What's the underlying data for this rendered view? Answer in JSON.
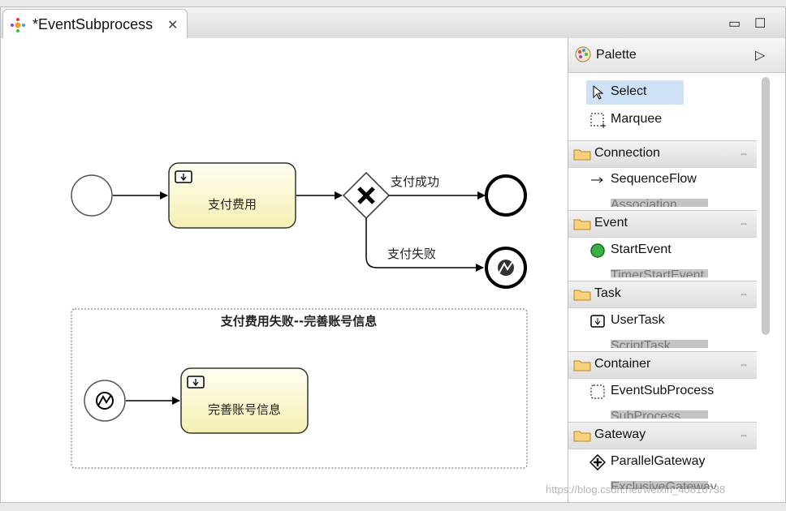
{
  "editor": {
    "tab_title": "*EventSubprocess",
    "tab_close_icon": "close-icon"
  },
  "diagram": {
    "task_pay": "支付费用",
    "flow_success": "支付成功",
    "flow_fail": "支付失败",
    "subprocess_title": "支付费用失败--完善账号信息",
    "task_complete": "完善账号信息"
  },
  "palette": {
    "title": "Palette",
    "tools": [
      {
        "label": "Select",
        "icon": "arrow-pointer-icon"
      },
      {
        "label": "Marquee",
        "icon": "marquee-icon"
      }
    ],
    "drawers": [
      {
        "label": "Connection",
        "items": [
          {
            "label": "SequenceFlow",
            "icon": "arrow-right-icon"
          },
          {
            "label": "Association",
            "icon": "association-icon"
          }
        ]
      },
      {
        "label": "Event",
        "items": [
          {
            "label": "StartEvent",
            "icon": "green-circle-icon"
          },
          {
            "label": "TimerStartEvent",
            "icon": "timer-icon"
          }
        ]
      },
      {
        "label": "Task",
        "items": [
          {
            "label": "UserTask",
            "icon": "user-task-icon"
          },
          {
            "label": "ScriptTask",
            "icon": "script-task-icon"
          }
        ]
      },
      {
        "label": "Container",
        "items": [
          {
            "label": "EventSubProcess",
            "icon": "dashed-box-icon"
          },
          {
            "label": "SubProcess",
            "icon": "subprocess-icon"
          }
        ]
      },
      {
        "label": "Gateway",
        "items": [
          {
            "label": "ParallelGateway",
            "icon": "parallel-gateway-icon"
          },
          {
            "label": "ExclusiveGateway",
            "icon": "exclusive-gateway-icon"
          }
        ]
      }
    ]
  },
  "watermark": "https://blog.csdn.net/weixin_40816738",
  "colors": {
    "task_fill_top": "#fffff0",
    "task_fill_bottom": "#f7f0b4",
    "selection": "#cfe1f7"
  }
}
